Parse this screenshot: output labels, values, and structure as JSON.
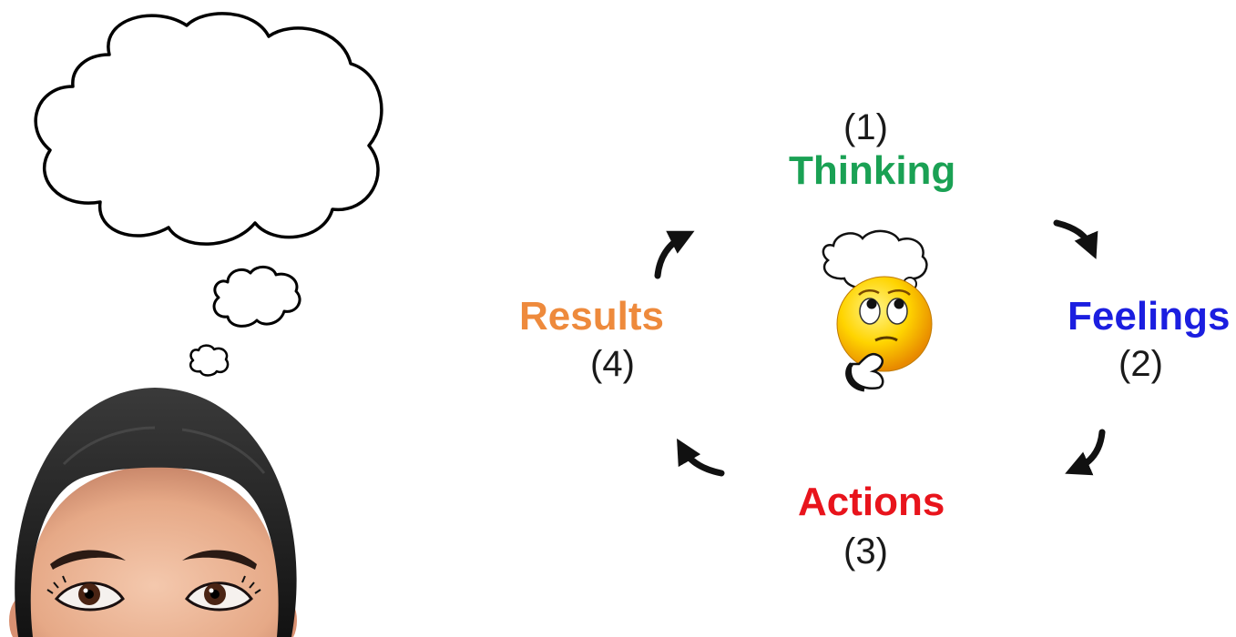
{
  "cycle": {
    "stages": [
      {
        "key": "thinking",
        "number": "(1)",
        "label": "Thinking",
        "color": "#1aa154"
      },
      {
        "key": "feelings",
        "number": "(2)",
        "label": "Feelings",
        "color": "#1b1ee0"
      },
      {
        "key": "actions",
        "number": "(3)",
        "label": "Actions",
        "color": "#e8141c"
      },
      {
        "key": "results",
        "number": "(4)",
        "label": "Results",
        "color": "#ee8a3c"
      }
    ],
    "arrow_color": "#111111"
  },
  "icons": {
    "person": "woman-looking-up-icon",
    "thought": "thought-cloud-icon",
    "emoji": "thinking-face-icon"
  }
}
